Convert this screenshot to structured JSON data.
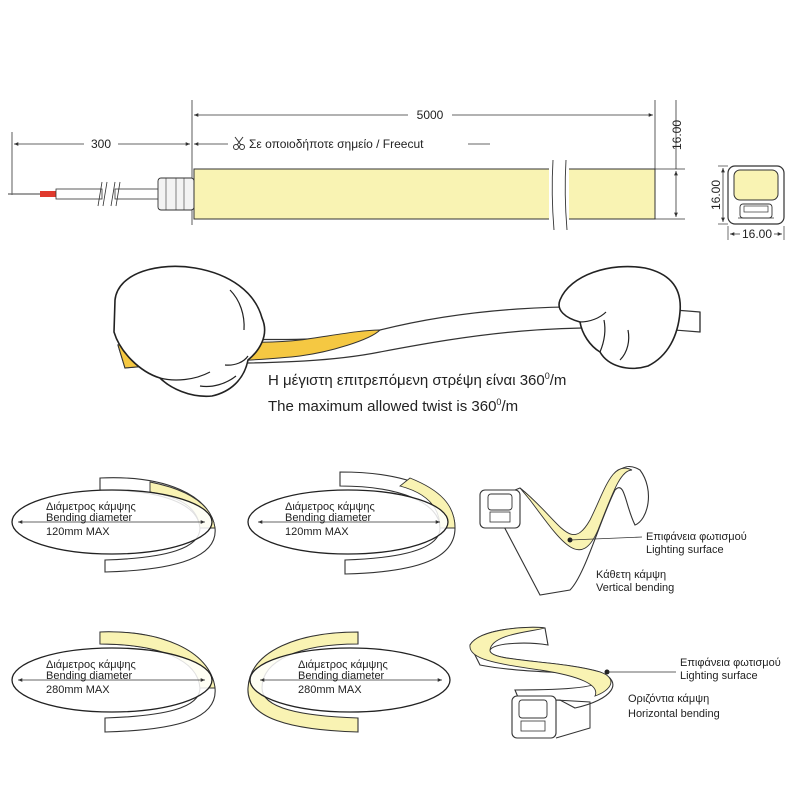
{
  "drawing": {
    "length": "5000",
    "lead": "300",
    "cut_label": "Σε οποιοδήποτε σημείο / Freecut",
    "height": "16.00",
    "section_h": "16.00",
    "section_w": "16.00"
  },
  "twist": {
    "greek_main": "Η μέγιστη επιτρεπόμενη στρέψη είναι 360",
    "greek_unit": "/m",
    "english_main": "The maximum allowed twist is 360",
    "english_unit": "/m",
    "degree": "0"
  },
  "bend": {
    "gr": "Διάμετρος κάμψης",
    "en": "Bending diameter",
    "max_120": "120mm MAX",
    "max_280": "280mm MAX"
  },
  "vertical": {
    "surface_gr": "Επιφάνεια φωτισμού",
    "surface_en": "Lighting surface",
    "gr": "Κάθετη κάμψη",
    "en": "Vertical bending"
  },
  "horizontal": {
    "surface_gr": "Επιφάνεια φωτισμού",
    "surface_en": "Lighting surface",
    "gr": "Οριζόντια κάμψη",
    "en": "Horizontal bending"
  },
  "colors": {
    "glow": "#f9f3b3",
    "amber": "#f5c842",
    "line": "#333333"
  }
}
